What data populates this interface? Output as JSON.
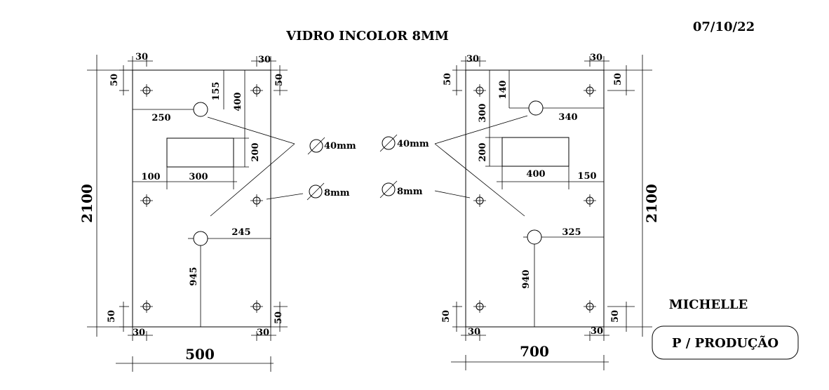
{
  "header": {
    "title": "VIDRO INCOLOR 8MM",
    "date": "07/10/22"
  },
  "footer": {
    "name": "MICHELLE",
    "stamp": "P / PRODUÇÃO"
  },
  "legend": {
    "large_hole": "40mm",
    "small_hole": "8mm"
  },
  "left_panel": {
    "width": "500",
    "height": "2100",
    "edge_top_left": "30",
    "edge_top_right": "30",
    "edge_bottom_left": "30",
    "edge_bottom_right": "30",
    "edge_left_top": "50",
    "edge_right_top": "50",
    "edge_left_bottom": "50",
    "edge_right_bottom": "50",
    "upper_hole_x": "250",
    "upper_hole_y": "155",
    "cutout_top": "400",
    "cutout_height": "200",
    "cutout_x": "100",
    "cutout_width": "300",
    "lower_hole_x": "245",
    "lower_hole_y": "945"
  },
  "right_panel": {
    "width": "700",
    "height": "2100",
    "edge_top_left": "30",
    "edge_top_right": "30",
    "edge_bottom_left": "30",
    "edge_bottom_right": "30",
    "edge_left_top": "50",
    "edge_right_top": "50",
    "edge_left_bottom": "50",
    "edge_right_bottom": "50",
    "upper_hole_x": "340",
    "upper_hole_y": "140",
    "cutout_top": "300",
    "cutout_height": "200",
    "cutout_width": "400",
    "cutout_x": "150",
    "lower_hole_x": "325",
    "lower_hole_y": "940"
  }
}
